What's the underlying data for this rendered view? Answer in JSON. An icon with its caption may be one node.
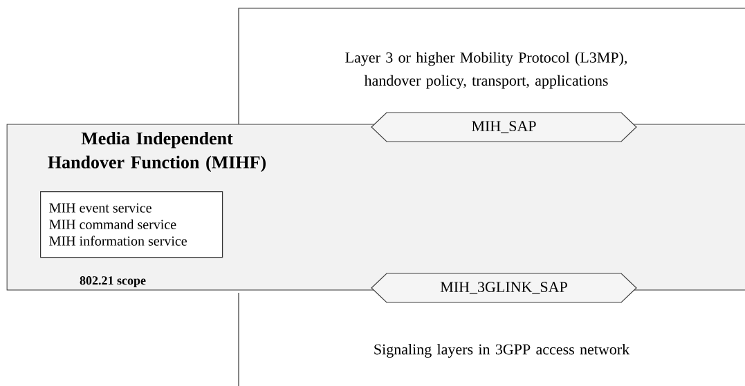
{
  "diagram": {
    "nodes": [
      {
        "text": [
          "Layer 3 or higher Mobility Protocol (L3MP), handover policy, transport, applications"
        ]
      },
      {
        "text": [
          "Media Independent Handover Function (MIHF)",
          "802.21 scope"
        ]
      },
      {
        "text": [
          "MIH event service",
          "MIH command service",
          "MIH information service"
        ],
        "in": 1
      },
      {
        "text": [
          "MIH_SAP"
        ]
      },
      {
        "text": [
          "MIH_3GLINK_SAP"
        ]
      },
      {
        "text": [
          "Signaling layers in 3GPP access network"
        ]
      }
    ]
  }
}
